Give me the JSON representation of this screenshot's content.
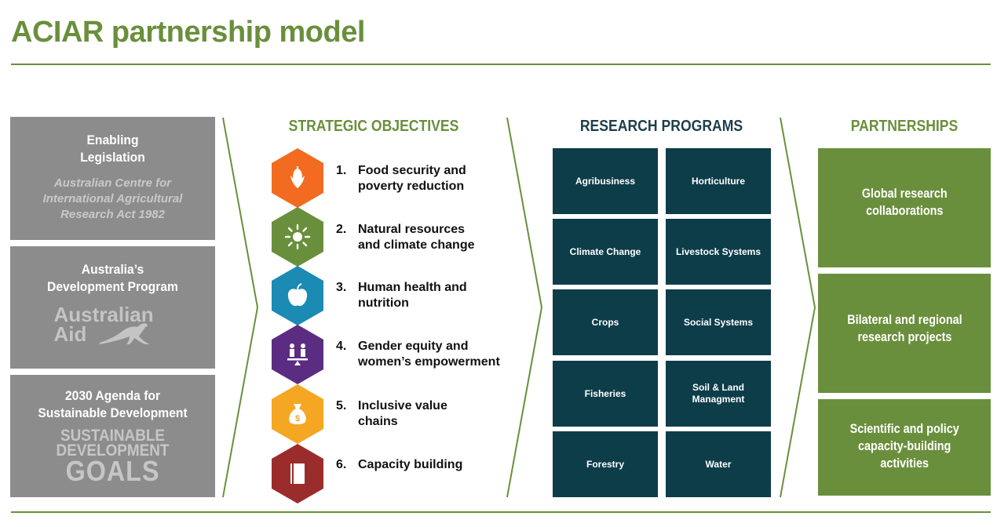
{
  "title": "ACIAR partnership model",
  "headers": {
    "objectives": "STRATEGIC OBJECTIVES",
    "research": "RESEARCH PROGRAMS",
    "partnerships": "PARTNERSHIPS"
  },
  "enabling": [
    {
      "title_l1": "Enabling",
      "title_l2": "Legislation",
      "sub_l1": "Australian Centre for",
      "sub_l2": "International Agricultural",
      "sub_l3": "Research Act 1982"
    },
    {
      "title_l1": "Australia’s",
      "title_l2": "Development Program",
      "logo_l1": "Australian",
      "logo_l2": "Aid"
    },
    {
      "title_l1": "2030 Agenda for",
      "title_l2": "Sustainable Development",
      "logo_l1": "SUSTAINABLE",
      "logo_l2": "DEVELOPMENT",
      "logo_l3": "GOALS"
    }
  ],
  "objectives": [
    {
      "num": "1.",
      "line1": "Food security and",
      "line2": "poverty reduction",
      "color": "#f26b21",
      "icon": "corn-icon"
    },
    {
      "num": "2.",
      "line1": "Natural resources",
      "line2": "and climate change",
      "color": "#6a8f3c",
      "icon": "sun-icon"
    },
    {
      "num": "3.",
      "line1": "Human health and",
      "line2": "nutrition",
      "color": "#1b8bb4",
      "icon": "apple-icon"
    },
    {
      "num": "4.",
      "line1": "Gender equity and",
      "line2": "women’s empowerment",
      "color": "#5b2d82",
      "icon": "balance-people-icon"
    },
    {
      "num": "5.",
      "line1": "Inclusive value",
      "line2": "chains",
      "color": "#f5a623",
      "icon": "money-bag-icon"
    },
    {
      "num": "6.",
      "line1": "Capacity building",
      "line2": "",
      "color": "#9b2c2c",
      "icon": "book-icon"
    }
  ],
  "research": [
    {
      "l1": "Agribusiness",
      "l2": ""
    },
    {
      "l1": "Horticulture",
      "l2": ""
    },
    {
      "l1": "Climate Change",
      "l2": ""
    },
    {
      "l1": "Livestock Systems",
      "l2": ""
    },
    {
      "l1": "Crops",
      "l2": ""
    },
    {
      "l1": "Social Systems",
      "l2": ""
    },
    {
      "l1": "Fisheries",
      "l2": ""
    },
    {
      "l1": "Soil & Land",
      "l2": "Managment"
    },
    {
      "l1": "Forestry",
      "l2": ""
    },
    {
      "l1": "Water",
      "l2": ""
    }
  ],
  "partnerships": [
    {
      "l1": "Global research",
      "l2": "collaborations",
      "l3": ""
    },
    {
      "l1": "Bilateral and regional",
      "l2": "research projects",
      "l3": ""
    },
    {
      "l1": "Scientific and policy",
      "l2": "capacity-building",
      "l3": "activities"
    }
  ],
  "colors": {
    "green": "#6a8f3c",
    "navy": "#0e3d4a",
    "grey": "#8c8c8c"
  }
}
